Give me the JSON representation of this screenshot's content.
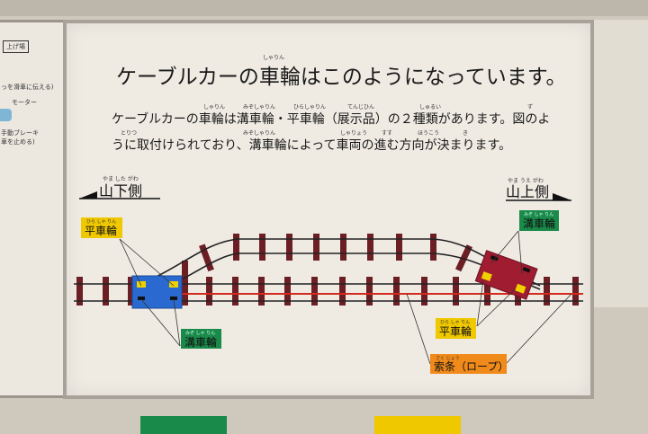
{
  "left_board": {
    "heading": "上げ場",
    "text1": "っを滑車に伝える)",
    "motor": "モーター",
    "brake": "手動ブレーキ",
    "text2": "車を止める)"
  },
  "title": {
    "text": "ケーブルカーの車輪はこのようになっています。",
    "ruby": "しゃりん"
  },
  "body": {
    "line1": "ケーブルカーの車輪は溝車輪・平車輪（展示品）の２種類があります。図のよ",
    "line2": "うに取付けられており、溝車輪によって車両の進む方向が決まります。",
    "ruby1": [
      "しゃりん",
      "みぞしゃりん",
      "ひらしゃりん",
      "てんじひん",
      "しゅるい",
      "ず"
    ],
    "ruby2": [
      "とりつ",
      "みぞしゃりん",
      "しゃりょう",
      "すす",
      "ほうこう",
      "き"
    ]
  },
  "diagram": {
    "downhill": {
      "label": "山下側",
      "ruby": "やま した がわ"
    },
    "uphill": {
      "label": "山上側",
      "ruby": "やま うえ がわ"
    },
    "flat_wheel": {
      "label": "平車輪",
      "ruby": "ひら しゃ りん"
    },
    "groove_wheel": {
      "label": "溝車輪",
      "ruby": "みぞ しゃ りん"
    },
    "rope": {
      "label": "索条（ロープ）",
      "ruby": "さく じょう"
    },
    "colors": {
      "flat": "#f0c800",
      "groove": "#1a8a4a",
      "rope": "#f08a1a",
      "car_down": "#2a6ad0",
      "car_up": "#a01c30",
      "sleeper": "#6b1f24"
    }
  }
}
